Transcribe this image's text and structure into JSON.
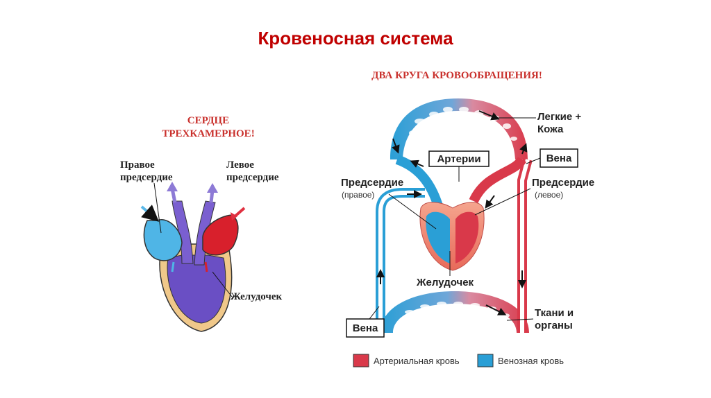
{
  "title": "Кровеносная система",
  "heart": {
    "heading_line1": "СЕРДЦЕ",
    "heading_line2": "ТРЕХКАМЕРНОЕ!",
    "right_atrium_line1": "Правое",
    "right_atrium_line2": "предсердие",
    "left_atrium_line1": "Левое",
    "left_atrium_line2": "предсердие",
    "ventricle": "Желудочек"
  },
  "circulation": {
    "heading": "ДВА КРУГА КРОВООБРАЩЕНИЯ!",
    "lungs_line1": "Легкие +",
    "lungs_line2": "Кожа",
    "arteries": "Артерии",
    "vein_top": "Вена",
    "atrium_right": "Предсердие",
    "atrium_right_sub": "(правое)",
    "atrium_left": "Предсердие",
    "atrium_left_sub": "(левое)",
    "ventricle": "Желудочек",
    "tissues_line1": "Ткани и",
    "tissues_line2": "органы",
    "vein_bottom": "Вена"
  },
  "legend": {
    "arterial": "Артериальная кровь",
    "venous": "Венозная кровь"
  },
  "colors": {
    "arterial": "#d9394a",
    "venous": "#2a9fd6",
    "ventricle": "#6a4fc4",
    "ventricle_wall": "#f0c88a",
    "title": "#c00000"
  }
}
